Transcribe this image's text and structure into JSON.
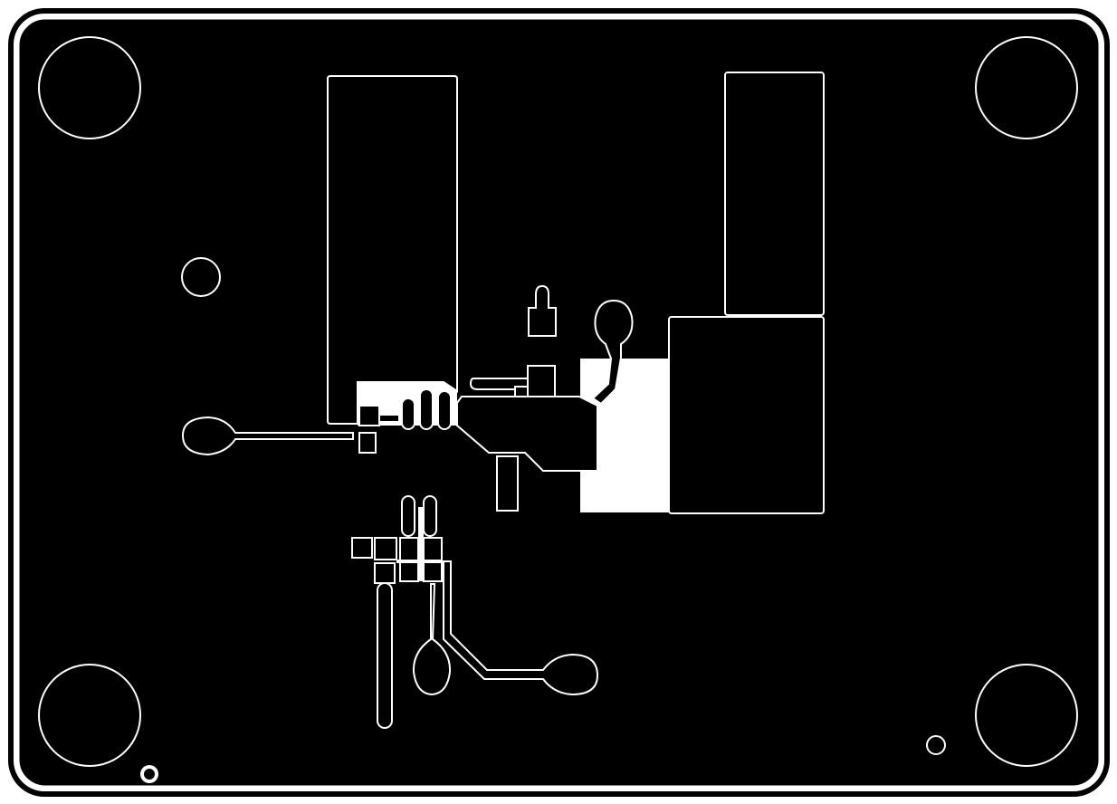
{
  "colors": {
    "background": "#ffffff",
    "copper_pour": "#000000",
    "clearance_outline": "#ffffff"
  },
  "layer": {
    "type": "pcb-copper-layer",
    "mounting_holes": 4,
    "fiducial_vias": 3,
    "test_points": 5
  }
}
